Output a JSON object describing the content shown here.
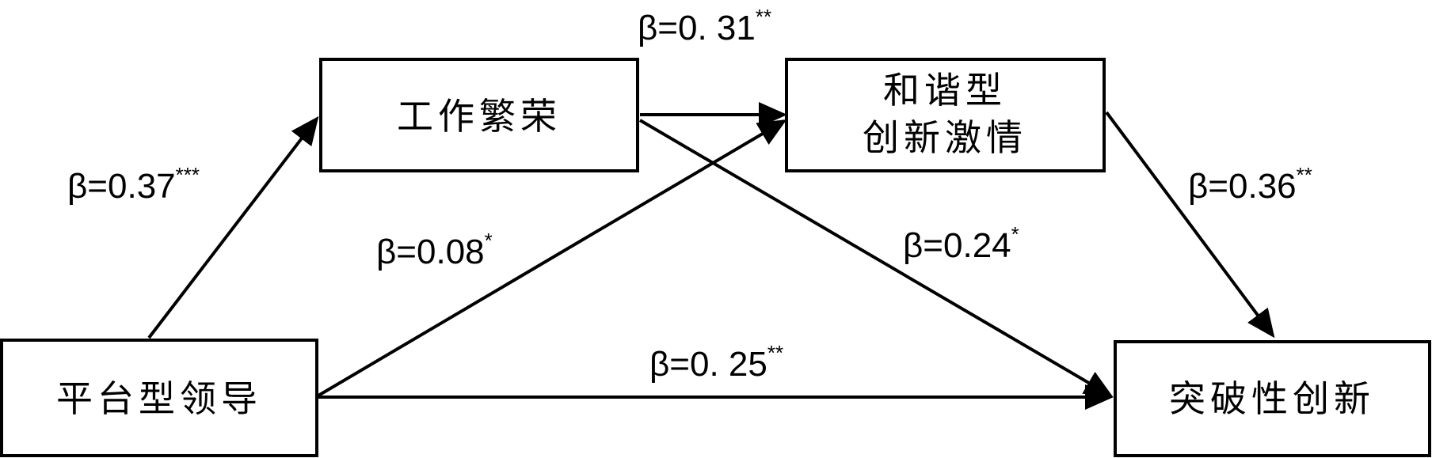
{
  "nodes": {
    "platform_leadership": {
      "label": "平台型领导"
    },
    "work_thriving": {
      "label": "工作繁荣"
    },
    "harmonious_passion": {
      "label_line1": "和谐型",
      "label_line2": "创新激情"
    },
    "breakthrough_innovation": {
      "label": "突破性创新"
    }
  },
  "paths": {
    "leadership_to_thriving": {
      "beta": "β=0.37",
      "sig": "***"
    },
    "thriving_to_passion": {
      "beta": "β=0. 31",
      "sig": "**"
    },
    "leadership_to_passion": {
      "beta": "β=0.08",
      "sig": "*"
    },
    "thriving_to_innovation": {
      "beta": "β=0.24",
      "sig": "*"
    },
    "passion_to_innovation": {
      "beta": "β=0.36",
      "sig": "**"
    },
    "leadership_to_innovation": {
      "beta": "β=0. 25",
      "sig": "**"
    }
  },
  "colors": {
    "stroke": "#000000",
    "background": "#ffffff"
  }
}
